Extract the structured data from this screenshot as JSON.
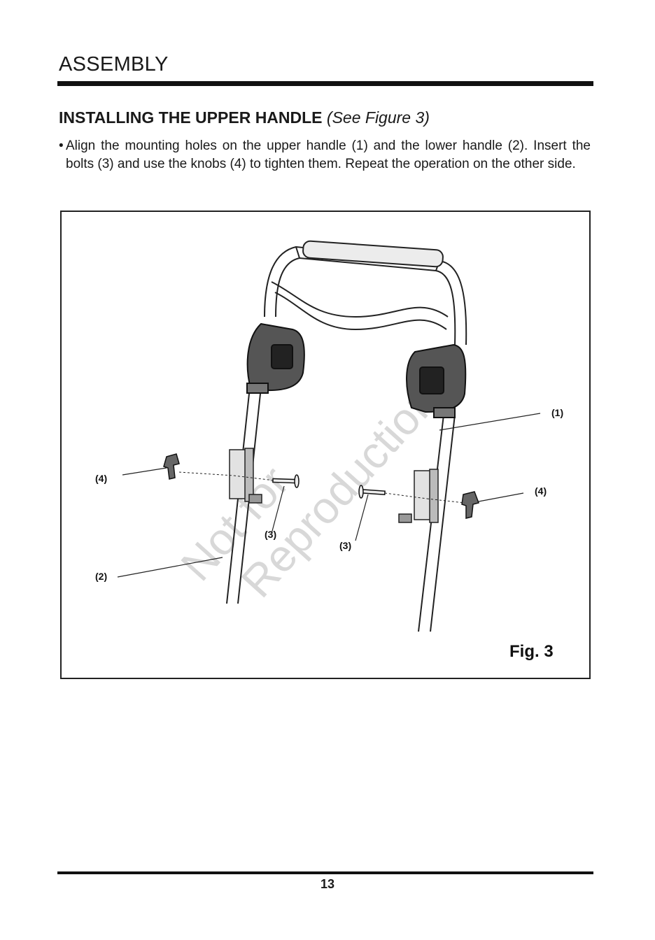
{
  "header": {
    "section": "ASSEMBLY"
  },
  "step": {
    "title": "INSTALLING THE UPPER HANDLE",
    "figure_ref": "(See Figure 3)",
    "bullet": "•",
    "text": "Align the mounting holes on the upper handle (1) and the lower handle (2). Insert the bolts (3) and use the knobs (4) to tighten them. Repeat the operation on the other side."
  },
  "figure": {
    "labels": {
      "upper_handle": "(1)",
      "lower_handle": "(2)",
      "bolt_left": "(3)",
      "bolt_right": "(3)",
      "knob_left": "(4)",
      "knob_right": "(4)"
    },
    "caption": "Fig. 3",
    "watermark_line1": "Not for",
    "watermark_line2": "Reproduction"
  },
  "footer": {
    "page": "13"
  }
}
